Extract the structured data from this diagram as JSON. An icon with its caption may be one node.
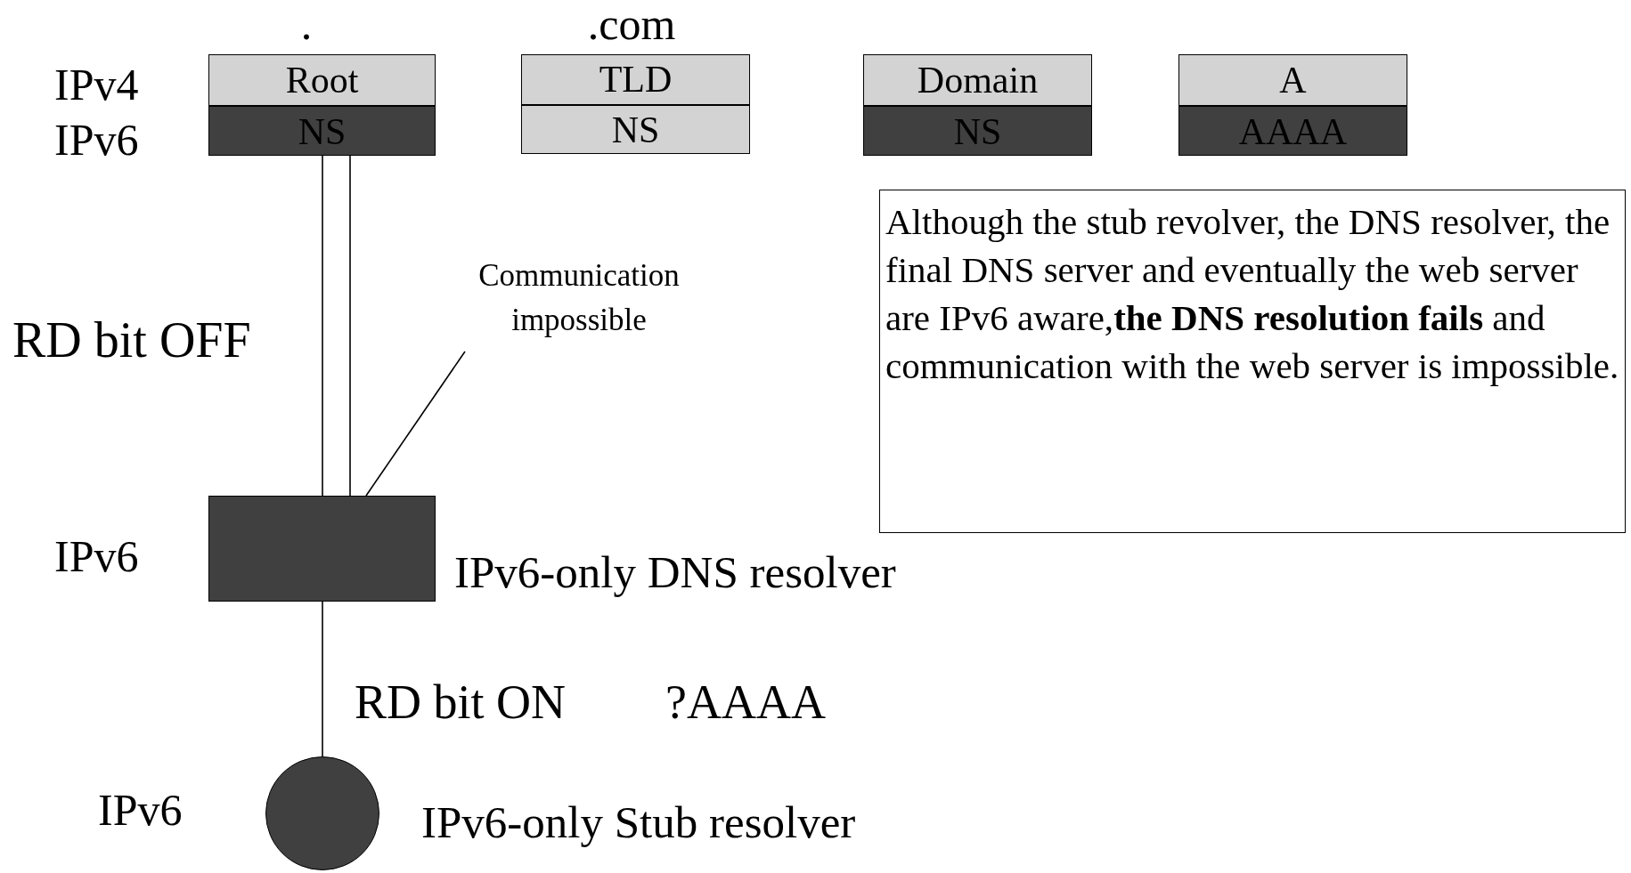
{
  "diagram": {
    "nodes": [
      {
        "text": [
          "Root",
          "NS"
        ],
        "beside": [
          "."
        ]
      },
      {
        "text": [
          "TLD",
          "NS"
        ],
        "beside": [
          ".com"
        ]
      },
      {
        "text": [
          "Domain",
          "NS"
        ]
      },
      {
        "text": [
          "A",
          "AAAA"
        ]
      },
      {
        "text": [
          "Although the stub revolver, the DNS resolver, the final DNS server and eventually the web server are IPv6 aware,**the DNS resolution fails** and communication with the web server is impossible."
        ]
      },
      {
        "text": [],
        "shape": "box",
        "beside": [
          "IPv6-only DNS resolver"
        ]
      },
      {
        "text": [],
        "shape": "circle",
        "beside": [
          "IPv6-only Stub resolver"
        ]
      },
      {
        "text": [
          "Communication impossible"
        ]
      }
    ],
    "edges": [
      {
        "from": 0,
        "to": 5,
        "arrow": "none"
      },
      {
        "from": 0,
        "to": 5,
        "arrow": "none"
      },
      {
        "from": 5,
        "to": 6,
        "arrow": "none"
      },
      {
        "from": 7,
        "to": 5,
        "arrow": "none"
      }
    ],
    "labels": [
      "IPv4",
      "IPv6",
      "RD bit OFF",
      "IPv6",
      "RD bit ON",
      "?AAAA",
      "IPv6"
    ]
  }
}
